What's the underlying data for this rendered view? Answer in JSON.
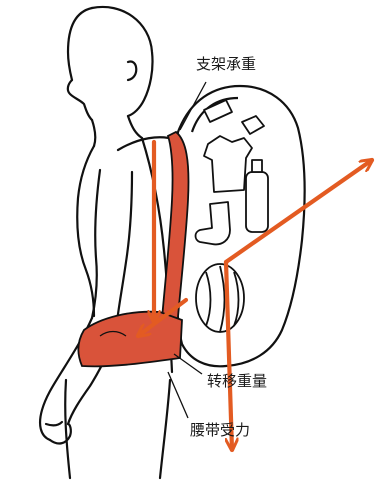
{
  "labels": {
    "frame": "支架承重",
    "transfer": "转移重量",
    "waist": "腰带受力"
  },
  "colors": {
    "arrow": "#e35b22",
    "strap": "#d9533a",
    "ink": "#111111"
  }
}
